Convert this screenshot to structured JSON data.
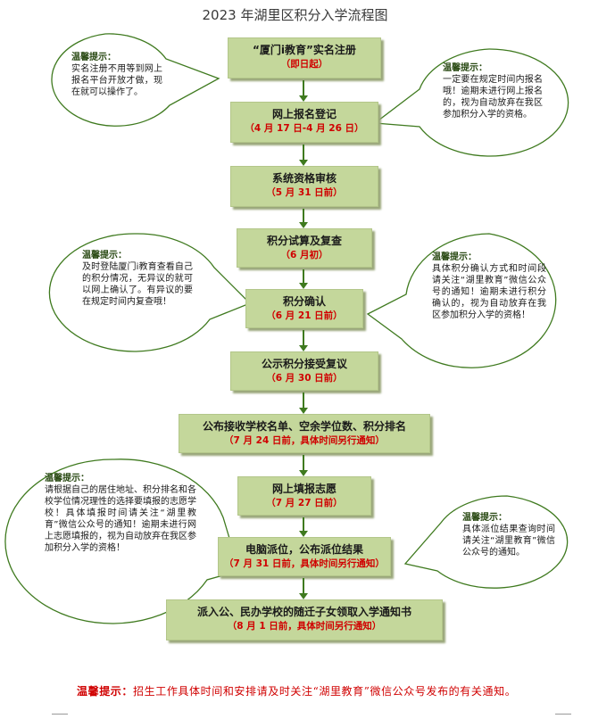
{
  "title": "2023 年湖里区积分入学流程图",
  "steps": [
    {
      "name": "“厦门ⅰ教育”实名注册",
      "date": "（即日起）"
    },
    {
      "name": "网上报名登记",
      "date": "（4 月 17 日-4 月 26 日）"
    },
    {
      "name": "系统资格审核",
      "date": "（5 月 31 日前）"
    },
    {
      "name": "积分试算及复查",
      "date": "（6 月初）"
    },
    {
      "name": "积分确认",
      "date": "（6 月 21 日前）"
    },
    {
      "name": "公示积分接受复议",
      "date": "（6 月 30 日前）"
    },
    {
      "name": "公布接收学校名单、空余学位数、积分排名",
      "date": "（7 月 24 日前，具体时间另行通知）"
    },
    {
      "name": "网上填报志愿",
      "date": "（7 月 27 日前）"
    },
    {
      "name": "电脑派位，公布派位结果",
      "date": "（7 月 31 日前，具体时间另行通知）"
    },
    {
      "name": "派入公、民办学校的随迁子女领取入学通知书",
      "date": "（8 月 1 日前，具体时间另行通知）"
    }
  ],
  "tips": [
    {
      "title": "温馨提示：",
      "text": "实名注册不用等到网上报名平台开放才做，现在就可以操作了。"
    },
    {
      "title": "温馨提示：",
      "text": "一定要在规定时间内报名哦！逾期未进行网上报名的，视为自动放弃在我区参加积分入学的资格。"
    },
    {
      "title": "温馨提示：",
      "text": "及时登陆厦门ⅰ教育查看自己的积分情况，无异议的就可以网上确认了。有异议的要在规定时间内复查哦！"
    },
    {
      "title": "温馨提示：",
      "text": "具体积分确认方式和时间段请关注“湖里教育”微信公众号的通知！逾期未进行积分确认的，视为自动放弃在我区参加积分入学的资格！"
    },
    {
      "title": "温馨提示：",
      "text": "请根据自己的居住地址、积分排名和各校学位情况理性的选择要填报的志愿学校！具体填报时间请关注“湖里教育”微信公众号的通知！逾期未进行网上志愿填报的，视为自动放弃在我区参加积分入学的资格！"
    },
    {
      "title": "温馨提示：",
      "text": "具体派位结果查询时间请关注“湖里教育”微信公众号的通知。"
    }
  ],
  "footer": {
    "heading": "温馨提示：",
    "text": "招生工作具体时间和安排请及时关注“湖里教育”微信公众号发布的有关通知。"
  },
  "colors": {
    "step_fill": "#c4d79b",
    "arrow": "#3f7a1f",
    "date_text": "#d00000",
    "bubble_stroke": "#3f7a1f"
  }
}
